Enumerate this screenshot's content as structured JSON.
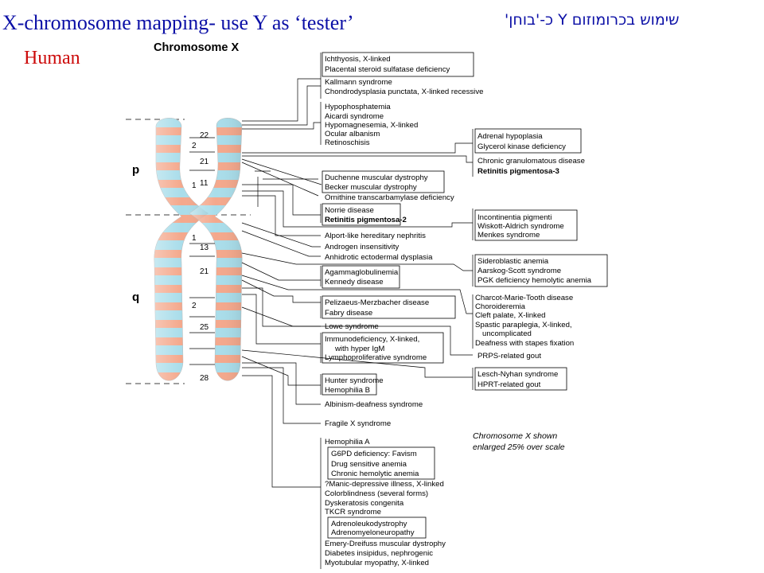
{
  "slide": {
    "title": "X-chromosome mapping- use Y as ‘tester’",
    "subtitle": "Human",
    "hebrew": "שימוש בכרומוזום Y כ-'בוחן'"
  },
  "figure": {
    "title": "Chromosome X",
    "arm_p": "p",
    "arm_q": "q",
    "note_line1": "Chromosome X shown",
    "note_line2": "enlarged 25% over scale",
    "bands": {
      "p22": "22",
      "p2": "2",
      "p21": "21",
      "p1": "1",
      "p11": "11",
      "q1": "1",
      "q13": "13",
      "q21": "21",
      "q2": "2",
      "q25": "25",
      "q28": "28"
    },
    "labels": [
      "Ichthyosis, X-linked",
      "Placental steroid sulfatase deficiency",
      "Kallmann syndrome",
      "Chondrodysplasia punctata, X-linked recessive",
      "Hypophosphatemia",
      "Aicardi syndrome",
      "Hypomagnesemia, X-linked",
      "Ocular albanism",
      "Retinoschisis",
      "Adrenal hypoplasia",
      "Glycerol kinase deficiency",
      "Chronic granulomatous disease",
      "Retinitis pigmentosa-3",
      "Duchenne muscular dystrophy",
      "Becker muscular dystrophy",
      "Ornithine transcarbamylase deficiency",
      "Norrie disease",
      "Retinitis pigmentosa-2",
      "Incontinentia pigmenti",
      "Wiskott-Aldrich syndrome",
      "Menkes syndrome",
      "Alport-like hereditary nephritis",
      "Androgen insensitivity",
      "Anhidrotic ectodermal dysplasia",
      "Sideroblastic anemia",
      "Aarskog-Scott syndrome",
      "PGK deficiency hemolytic anemia",
      "Agammaglobulinemia",
      "Kennedy disease",
      "Charcot-Marie-Tooth disease",
      "Choroideremia",
      "Cleft palate, X-linked",
      "Spastic paraplegia, X-linked,",
      "uncomplicated",
      "Deafness with stapes fixation",
      "Pelizaeus-Merzbacher disease",
      "Fabry disease",
      "Lowe syndrome",
      "Immunodeficiency, X-linked,",
      "with hyper IgM",
      "Lymphoproliferative syndrome",
      "PRPS-related gout",
      "Lesch-Nyhan syndrome",
      "HPRT-related gout",
      "Hunter syndrome",
      "Hemophilia B",
      "Albinism-deafness syndrome",
      "Fragile X syndrome",
      "Hemophilia A",
      "G6PD deficiency: Favism",
      "Drug sensitive anemia",
      "Chronic hemolytic anemia",
      "?Manic-depressive illness, X-linked",
      "Colorblindness (several forms)",
      "Dyskeratosis congenita",
      "TKCR syndrome",
      "Adrenoleukodystrophy",
      "Adrenomyeloneuropathy",
      "Emery-Dreifuss muscular dystrophy",
      "Diabetes insipidus, nephrogenic",
      "Myotubular myopathy, X-linked"
    ]
  },
  "colors": {
    "title": "#0b0fa6",
    "subtitle": "#cc0a0a",
    "chromatid_light": "#a9ddea",
    "chromatid_band": "#f4a88c"
  }
}
